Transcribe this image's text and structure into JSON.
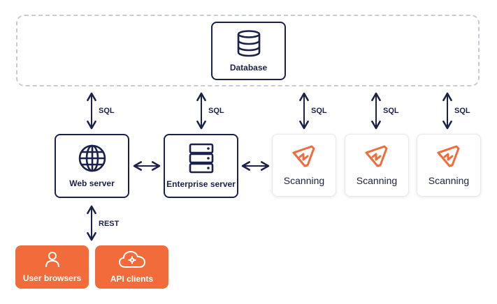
{
  "nodes": {
    "database": "Database",
    "web_server": "Web server",
    "enterprise_server": "Enterprise server",
    "scanning": [
      "Scanning",
      "Scanning",
      "Scanning"
    ],
    "user_browsers": "User browsers",
    "api_clients": "API clients"
  },
  "connections": {
    "sql": "SQL",
    "rest": "REST"
  },
  "icons": {
    "database": "database-icon",
    "web_server": "globe-icon",
    "enterprise_server": "server-rack-icon",
    "scanning": "scanner-logo-icon",
    "user_browsers": "user-icon",
    "api_clients": "cloud-gear-icon"
  },
  "colors": {
    "navy": "#1b2148",
    "orange": "#f26b3a",
    "dashed_border": "#c9cdd3"
  }
}
